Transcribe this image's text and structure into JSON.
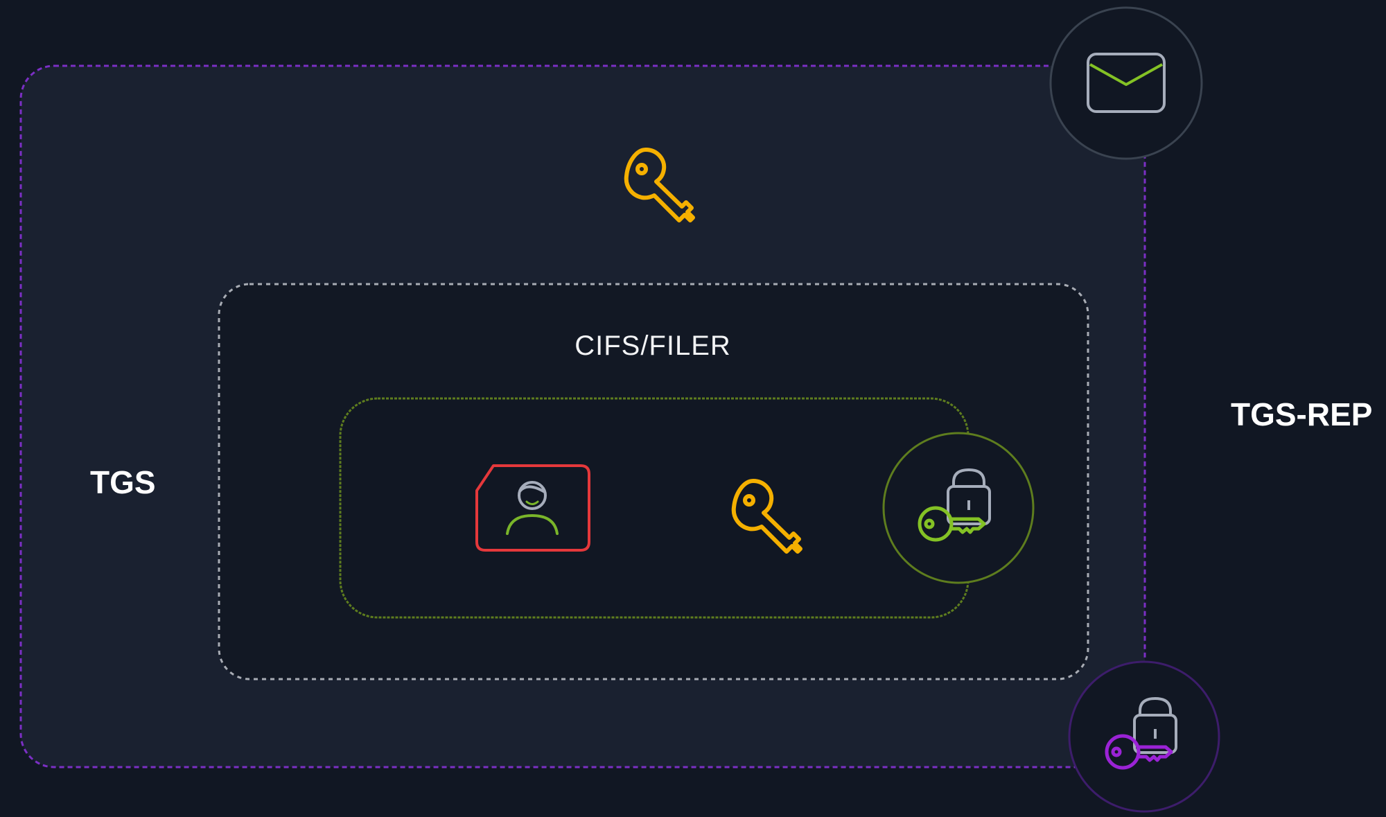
{
  "labels": {
    "outer_box": "TGS",
    "response": "TGS-REP",
    "service_principal": "CIFS/FILER"
  },
  "icons": {
    "top_key": "key-icon",
    "envelope": "envelope-icon",
    "ticket_badge": "user-badge-icon",
    "ticket_key": "key-icon",
    "ticket_lock": "lock-key-icon",
    "outer_lock": "lock-key-icon"
  },
  "colors": {
    "background": "#111723",
    "outer_box_fill": "#1a2130",
    "outer_box_border": "#7b2fc4",
    "service_box_border": "#a8acb4",
    "ticket_box_border": "#5e7d1e",
    "session_key": "#f5b000",
    "ticket_badge_border": "#e5383b",
    "user_icon": "#7ab52a",
    "service_lock_key": "#84c225",
    "krbtgt_lock_key": "#9b23d6",
    "padlock": "#a6adbb",
    "envelope_circle_border": "#3a4350"
  }
}
